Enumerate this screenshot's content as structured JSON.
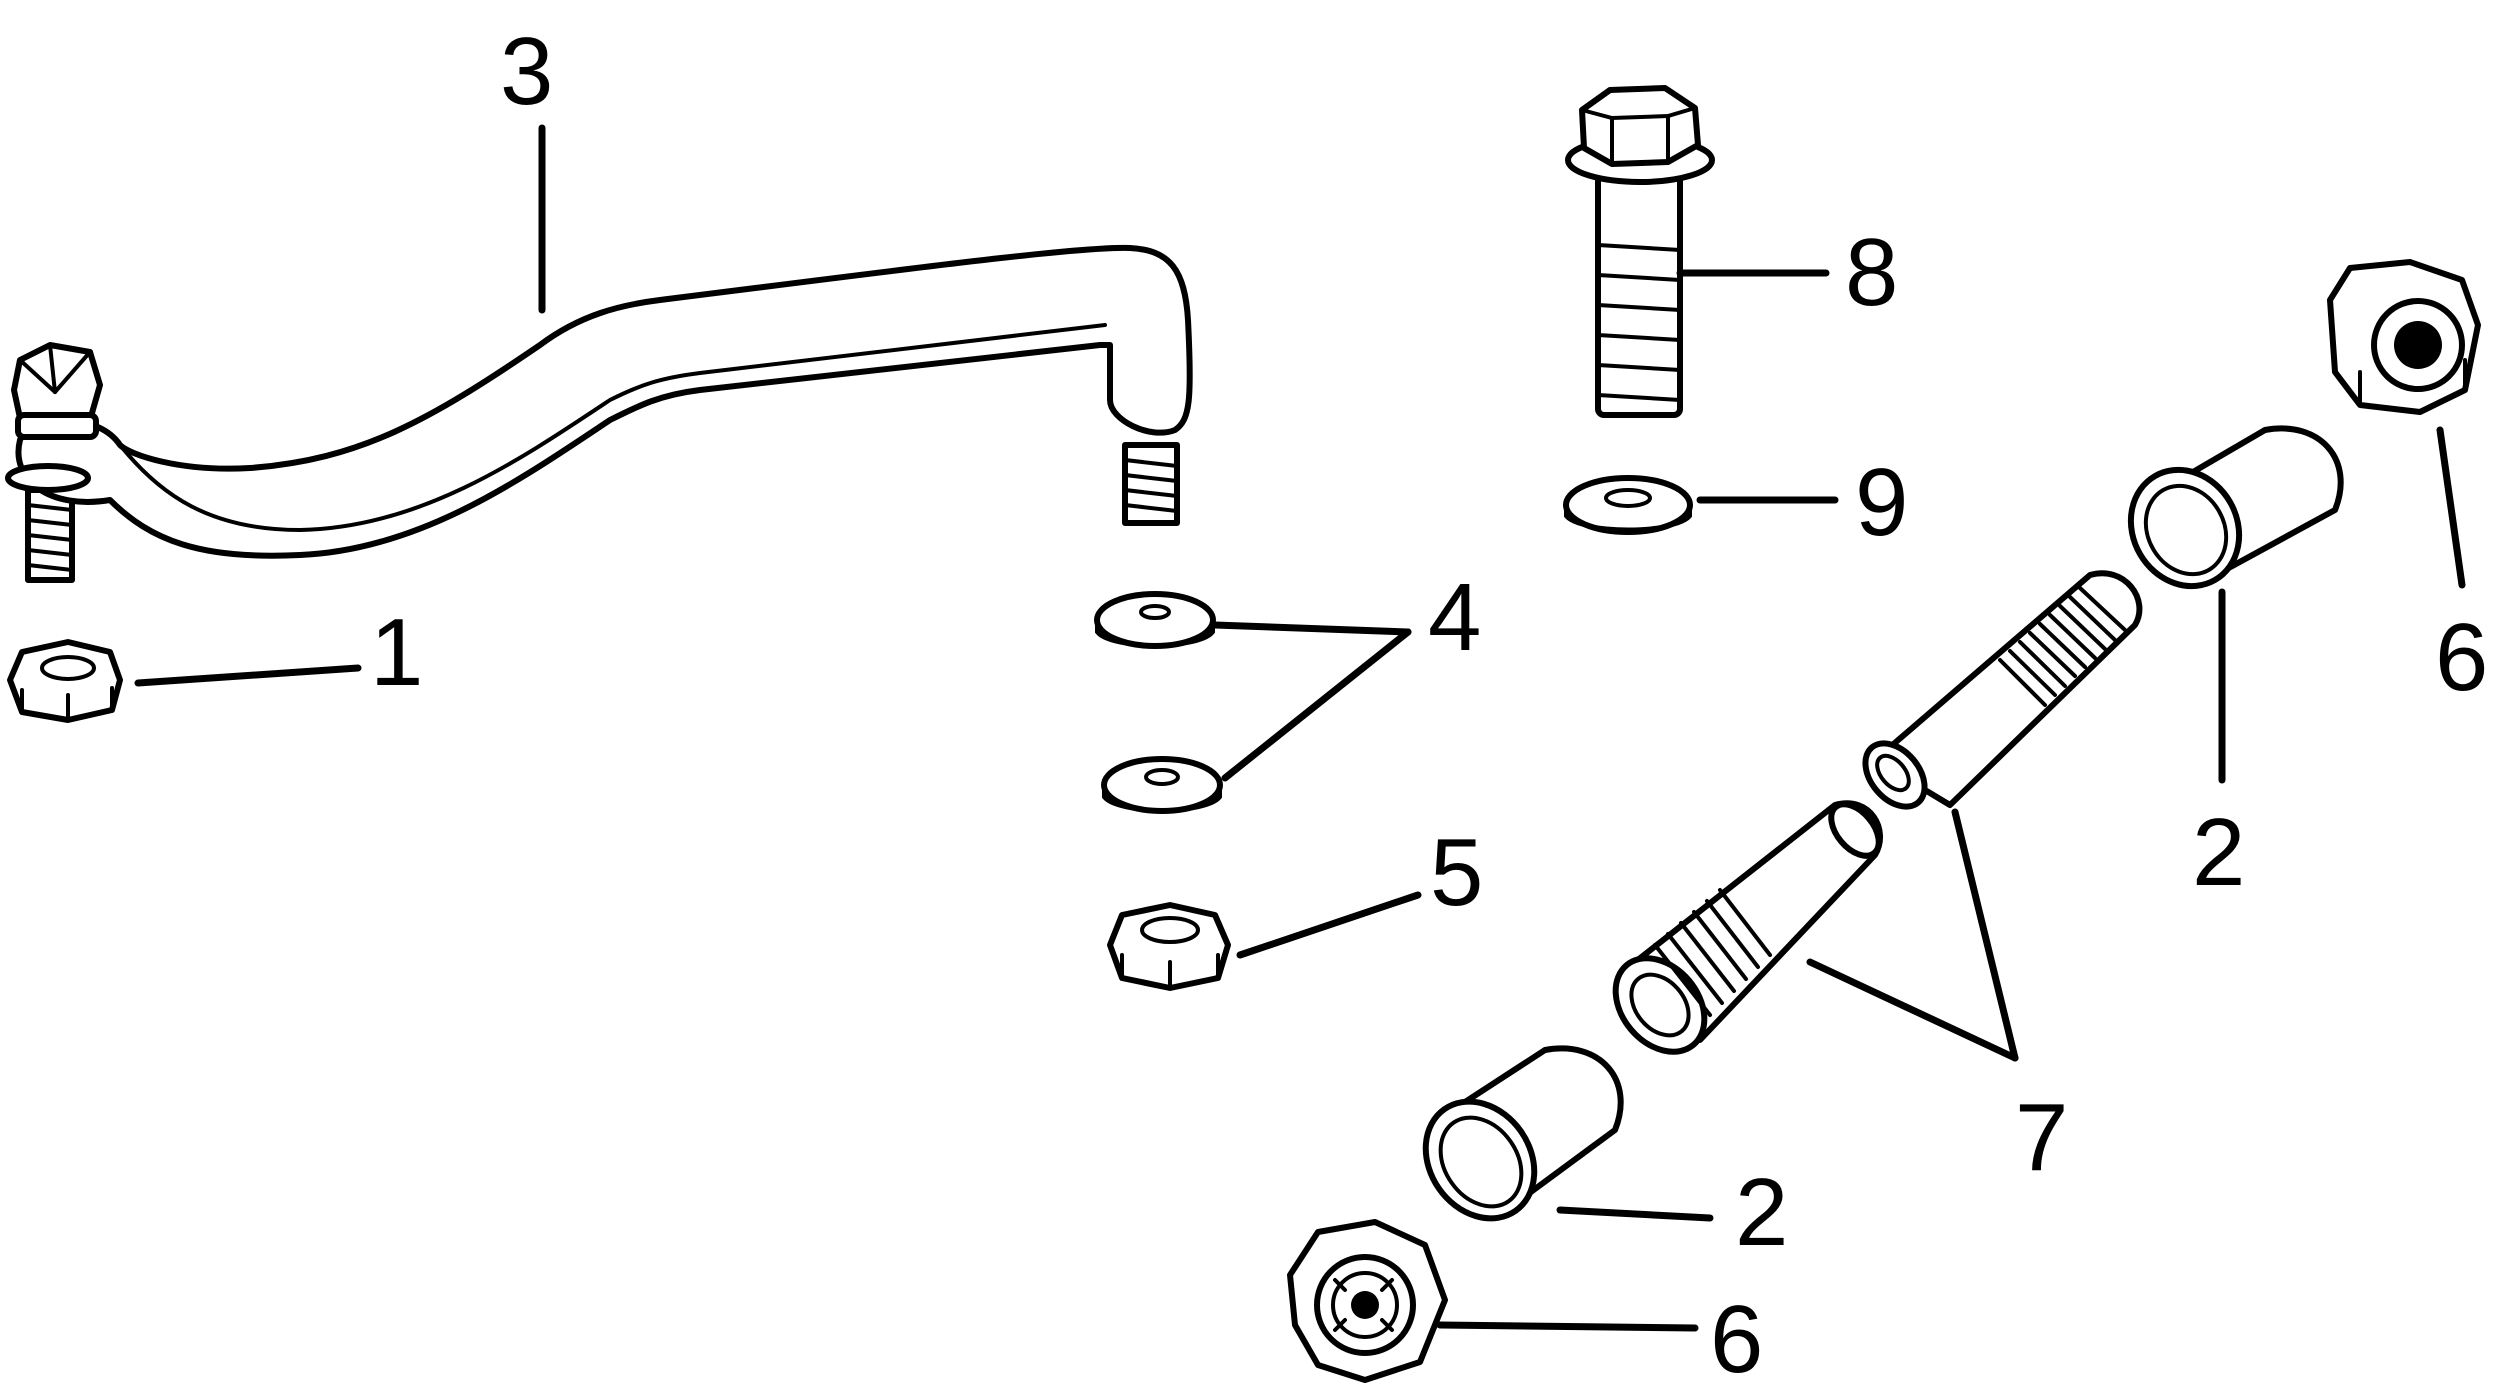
{
  "callouts": {
    "n1": "1",
    "n2a": "2",
    "n2b": "2",
    "n3": "3",
    "n4": "4",
    "n5": "5",
    "n6a": "6",
    "n6b": "6",
    "n7": "7",
    "n8": "8",
    "n9": "9"
  },
  "colors": {
    "line": "#000000",
    "background": "#ffffff"
  }
}
